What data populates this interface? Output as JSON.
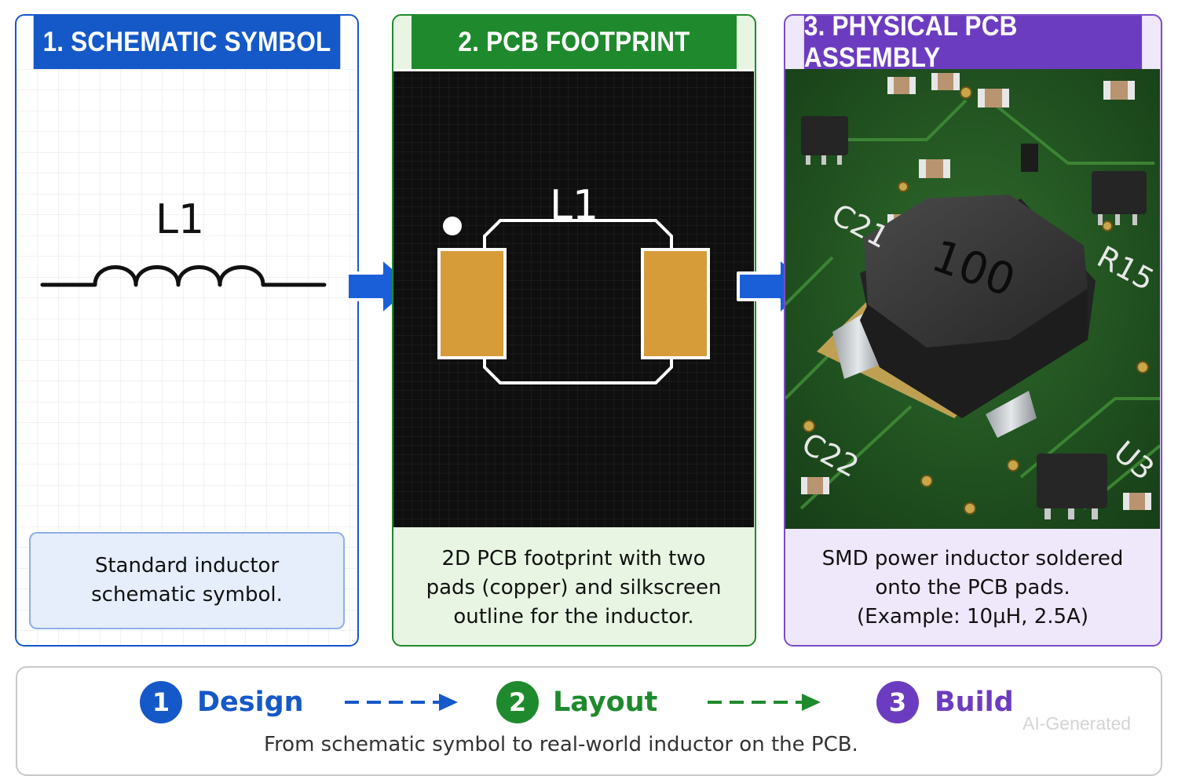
{
  "panels": [
    {
      "title": "1. SCHEMATIC SYMBOL",
      "caption": [
        "Standard inductor",
        "schematic symbol."
      ],
      "ref_label": "L1",
      "color": "#1558c8",
      "icon": "inductor-coil-icon"
    },
    {
      "title": "2. PCB FOOTPRINT",
      "caption": [
        "2D PCB footprint with two",
        "pads (copper) and silkscreen",
        "outline for the inductor."
      ],
      "ref_label": "L1",
      "color": "#1f8a2d",
      "pad_color": "#d69c3a",
      "icon": "pcb-footprint-icon"
    },
    {
      "title": "3. PHYSICAL PCB ASSEMBLY",
      "caption": [
        "SMD power inductor soldered",
        "onto the PCB pads.",
        "(Example: 10µH, 2.5A)"
      ],
      "color": "#6c3cc0",
      "photo": {
        "inductor_marking": "100",
        "silkscreen_labels": [
          "C21",
          "R15",
          "C22",
          "U3"
        ]
      }
    }
  ],
  "steps": [
    {
      "number": "1",
      "label": "Design",
      "color": "#1558c8"
    },
    {
      "number": "2",
      "label": "Layout",
      "color": "#1f8a2d"
    },
    {
      "number": "3",
      "label": "Build",
      "color": "#6c3cc0"
    }
  ],
  "footer_text": "From schematic symbol to real-world inductor on the PCB.",
  "watermark": "AI-Generated"
}
